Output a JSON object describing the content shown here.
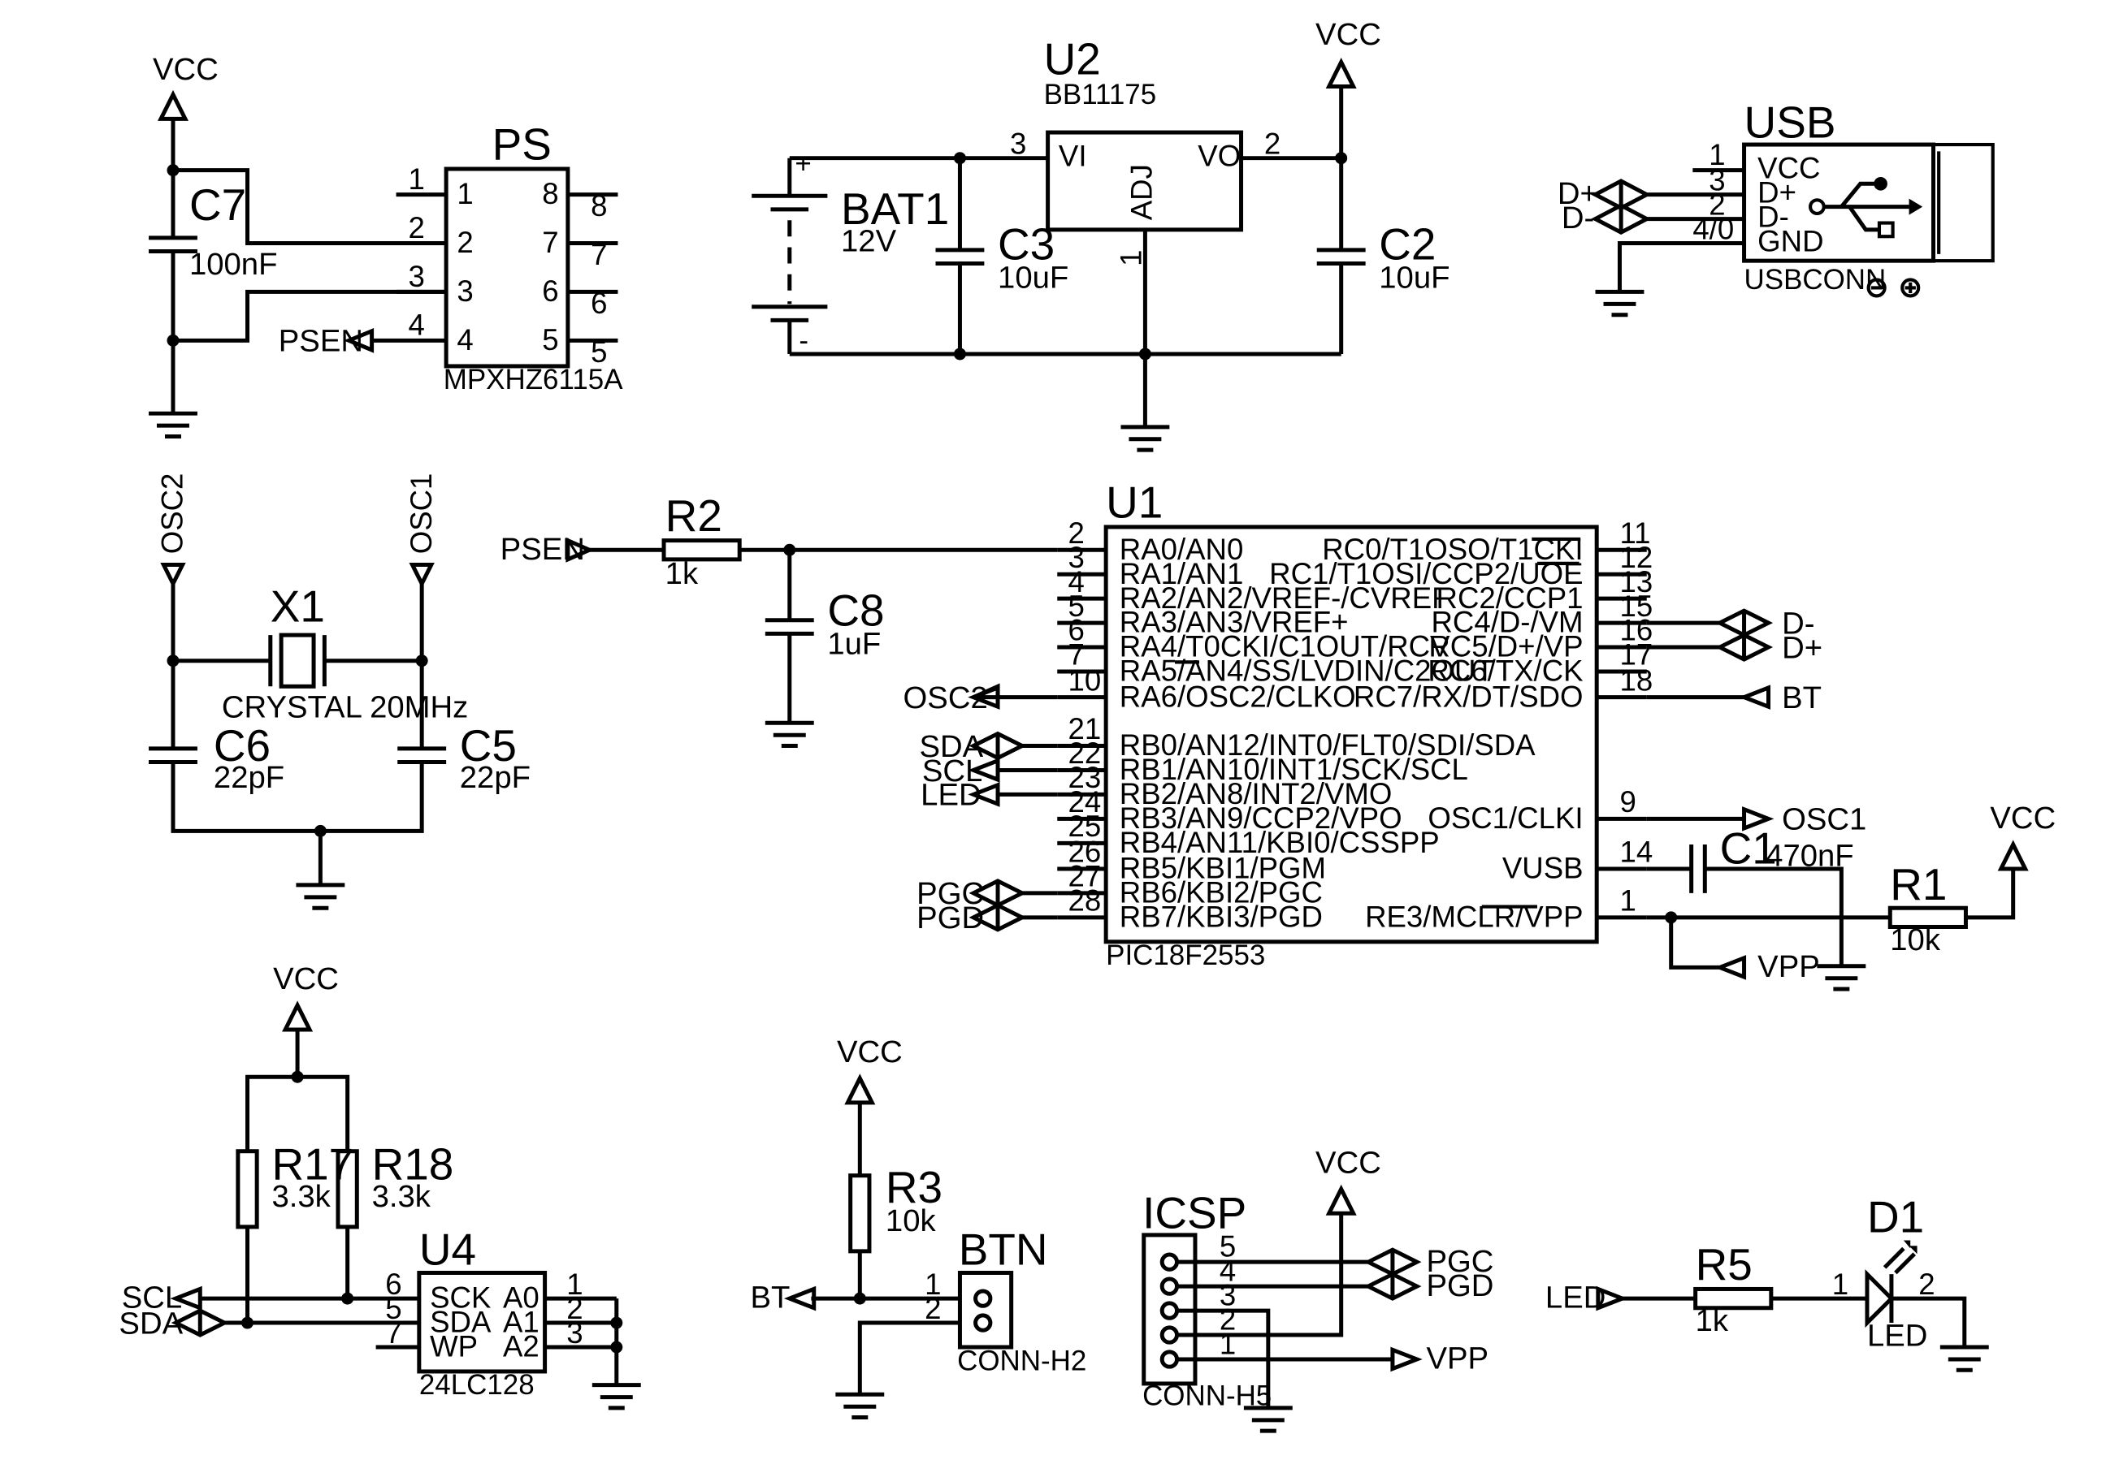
{
  "power": {
    "vcc": "VCC"
  },
  "ps": {
    "ref": "PS",
    "part": "MPXHZ6115A",
    "pins": [
      "1",
      "2",
      "3",
      "4",
      "8",
      "7",
      "6",
      "5"
    ],
    "psen": "PSEN"
  },
  "c7": {
    "ref": "C7",
    "value": "100nF"
  },
  "u2": {
    "ref": "U2",
    "part": "BB11175",
    "vi": "VI",
    "vo": "VO",
    "adj": "ADJ",
    "pin_vi": "3",
    "pin_vo": "2",
    "pin_adj": "1"
  },
  "bat1": {
    "ref": "BAT1",
    "value": "12V",
    "plus": "+",
    "minus": "-"
  },
  "c3": {
    "ref": "C3",
    "value": "10uF"
  },
  "c2": {
    "ref": "C2",
    "value": "10uF"
  },
  "usb": {
    "ref": "USB",
    "part": "USBCONN",
    "pins": [
      {
        "num": "1",
        "name": "VCC"
      },
      {
        "num": "3",
        "name": "D+"
      },
      {
        "num": "2",
        "name": "D-"
      },
      {
        "num": "4/0",
        "name": "GND"
      }
    ],
    "net_dplus": "D+",
    "net_dminus": "D-"
  },
  "osc": {
    "osc2": "OSC2",
    "osc1": "OSC1"
  },
  "x1": {
    "ref": "X1",
    "value": "CRYSTAL 20MHz"
  },
  "c6": {
    "ref": "C6",
    "value": "22pF"
  },
  "c5": {
    "ref": "C5",
    "value": "22pF"
  },
  "r2": {
    "ref": "R2",
    "value": "1k"
  },
  "c8": {
    "ref": "C8",
    "value": "1uF"
  },
  "u1": {
    "ref": "U1",
    "part": "PIC18F2553",
    "left_pins": [
      {
        "num": "2",
        "name": "RA0/AN0",
        "net": "PSEN"
      },
      {
        "num": "3",
        "name": "RA1/AN1",
        "net": ""
      },
      {
        "num": "4",
        "name": "RA2/AN2/VREF-/CVREF",
        "net": ""
      },
      {
        "num": "5",
        "name": "RA3/AN3/VREF+",
        "net": ""
      },
      {
        "num": "6",
        "name": "RA4/T0CKI/C1OUT/RCV",
        "net": ""
      },
      {
        "num": "7",
        "name": "RA5/AN4/SS/LVDIN/C2OUT",
        "net": ""
      },
      {
        "num": "10",
        "name": "RA6/OSC2/CLKO",
        "net": "OSC2"
      },
      {
        "num": "21",
        "name": "RB0/AN12/INT0/FLT0/SDI/SDA",
        "net": "SDA"
      },
      {
        "num": "22",
        "name": "RB1/AN10/INT1/SCK/SCL",
        "net": "SCL"
      },
      {
        "num": "23",
        "name": "RB2/AN8/INT2/VMO",
        "net": "LED"
      },
      {
        "num": "24",
        "name": "RB3/AN9/CCP2/VPO",
        "net": ""
      },
      {
        "num": "25",
        "name": "RB4/AN11/KBI0/CSSPP",
        "net": ""
      },
      {
        "num": "26",
        "name": "RB5/KBI1/PGM",
        "net": ""
      },
      {
        "num": "27",
        "name": "RB6/KBI2/PGC",
        "net": "PGC"
      },
      {
        "num": "28",
        "name": "RB7/KBI3/PGD",
        "net": "PGD"
      }
    ],
    "right_pins": [
      {
        "num": "11",
        "name": "RC0/T1OSO/T1CKI",
        "net": ""
      },
      {
        "num": "12",
        "name": "RC1/T1OSI/CCP2/UOE",
        "net": ""
      },
      {
        "num": "13",
        "name": "RC2/CCP1",
        "net": ""
      },
      {
        "num": "15",
        "name": "RC4/D-/VM",
        "net": "D-"
      },
      {
        "num": "16",
        "name": "RC5/D+/VP",
        "net": "D+"
      },
      {
        "num": "17",
        "name": "RC6/TX/CK",
        "net": ""
      },
      {
        "num": "18",
        "name": "RC7/RX/DT/SDO",
        "net": "BT"
      },
      {
        "num": "9",
        "name": "OSC1/CLKI",
        "net": "OSC1"
      },
      {
        "num": "14",
        "name": "VUSB",
        "net": ""
      },
      {
        "num": "1",
        "name": "RE3/MCLR/VPP",
        "net": ""
      }
    ]
  },
  "c1": {
    "ref": "C1",
    "value": "470nF"
  },
  "r1": {
    "ref": "R1",
    "value": "10k"
  },
  "vpp": "VPP",
  "u4": {
    "ref": "U4",
    "part": "24LC128",
    "pins_left": [
      {
        "num": "6",
        "name": "SCK"
      },
      {
        "num": "5",
        "name": "SDA"
      },
      {
        "num": "7",
        "name": "WP"
      }
    ],
    "pins_right": [
      {
        "num": "1",
        "name": "A0"
      },
      {
        "num": "2",
        "name": "A1"
      },
      {
        "num": "3",
        "name": "A2"
      }
    ],
    "net_scl": "SCL",
    "net_sda": "SDA"
  },
  "r17": {
    "ref": "R17",
    "value": "3.3k"
  },
  "r18": {
    "ref": "R18",
    "value": "3.3k"
  },
  "r3": {
    "ref": "R3",
    "value": "10k"
  },
  "btn": {
    "ref": "BTN",
    "part": "CONN-H2",
    "pin1": "1",
    "pin2": "2",
    "net": "BT"
  },
  "icsp": {
    "ref": "ICSP",
    "part": "CONN-H5",
    "pins": [
      "5",
      "4",
      "3",
      "2",
      "1"
    ],
    "pgc": "PGC",
    "pgd": "PGD",
    "vpp": "VPP"
  },
  "r5": {
    "ref": "R5",
    "value": "1k"
  },
  "d1": {
    "ref": "D1",
    "value": "LED",
    "pin1": "1",
    "pin2": "2",
    "net": "LED"
  }
}
